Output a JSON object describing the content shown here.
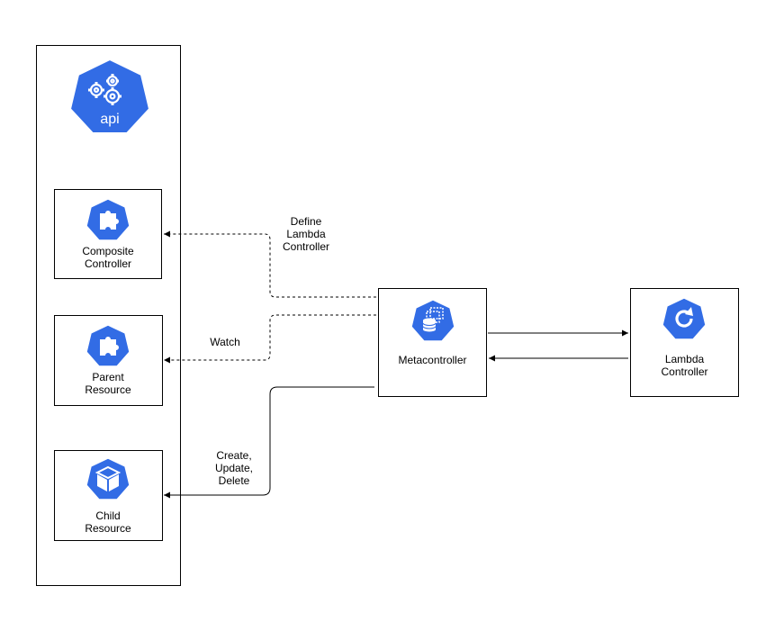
{
  "api_icon": {
    "label": "api",
    "name": "kubernetes-api-icon"
  },
  "nodes": {
    "composite": {
      "label": "Composite\nController",
      "icon": "puzzle-piece-icon"
    },
    "parent": {
      "label": "Parent\nResource",
      "icon": "puzzle-piece-icon"
    },
    "child": {
      "label": "Child\nResource",
      "icon": "cube-icon"
    },
    "metacontroller": {
      "label": "Metacontroller",
      "icon": "database-stack-icon"
    },
    "lambda": {
      "label": "Lambda\nController",
      "icon": "refresh-cycle-icon"
    }
  },
  "edges": {
    "define": {
      "label": "Define\nLambda\nController",
      "style": "dashed"
    },
    "watch": {
      "label": "Watch",
      "style": "dashed"
    },
    "crud": {
      "label": "Create,\nUpdate,\nDelete",
      "style": "solid"
    }
  },
  "colors": {
    "k8s_blue": "#326CE5",
    "line": "#000000"
  }
}
